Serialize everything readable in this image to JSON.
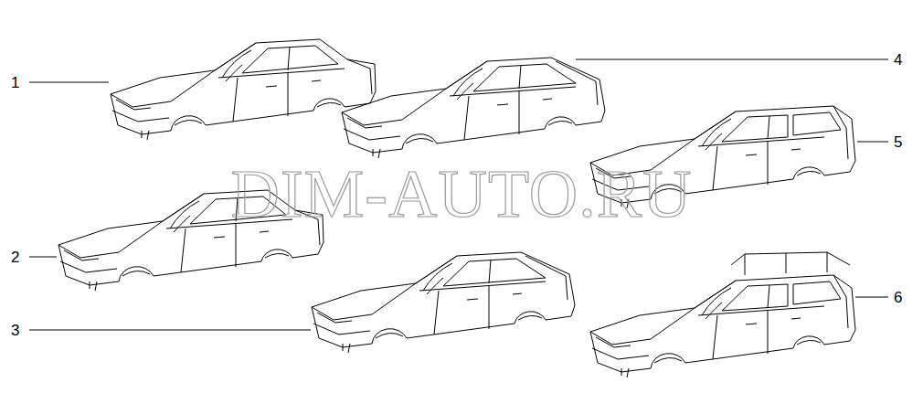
{
  "diagram": {
    "labels": [
      "1",
      "2",
      "3",
      "4",
      "5",
      "6",
      "DIM-AUTO.RU"
    ]
  }
}
